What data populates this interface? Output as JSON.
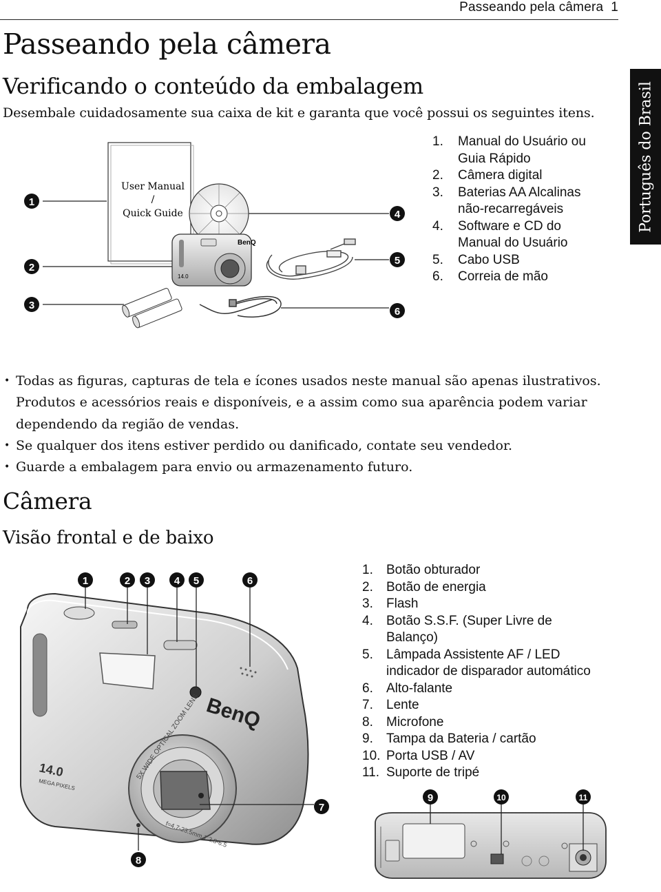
{
  "header": {
    "running_title": "Passeando pela câmera",
    "page_number": "1"
  },
  "title": "Passeando pela câmera",
  "package_section": {
    "heading": "Verificando o conteúdo da embalagem",
    "intro": "Desembale cuidadosamente sua caixa de kit e garanta que você possui os seguintes itens.",
    "manual_cover": {
      "line1": "User Manual",
      "line2": "/",
      "line3": "Quick Guide"
    },
    "camera_brand": "BenQ",
    "camera_mp": "14.0",
    "callouts": [
      "1",
      "2",
      "3",
      "4",
      "5",
      "6"
    ],
    "items": [
      {
        "n": "1.",
        "text": [
          "Manual do Usuário ou",
          "Guia Rápido"
        ]
      },
      {
        "n": "2.",
        "text": [
          "Câmera digital"
        ]
      },
      {
        "n": "3.",
        "text": [
          "Baterias AA Alcalinas",
          "não-recarregáveis"
        ]
      },
      {
        "n": "4.",
        "text": [
          "Software e CD do",
          "Manual do Usuário"
        ]
      },
      {
        "n": "5.",
        "text": [
          "Cabo USB"
        ]
      },
      {
        "n": "6.",
        "text": [
          "Correia de mão"
        ]
      }
    ]
  },
  "language_tab": "Português do Brasil",
  "notes": [
    [
      "Todas as figuras, capturas de tela e ícones usados neste manual são apenas ilustrativos.",
      "Produtos e acessórios reais e disponíveis, e a assim como sua aparência podem variar",
      "dependendo da região de vendas."
    ],
    [
      "Se qualquer dos itens estiver perdido ou danificado, contate seu vendedor."
    ],
    [
      "Guarde a embalagem para envio ou armazenamento futuro."
    ]
  ],
  "camera_section": {
    "heading": "Câmera",
    "subheading": "Visão frontal e de baixo",
    "brand": "BenQ",
    "mp_value": "14.0",
    "mp_label": "MEGA PIXELS",
    "lens_ring": "5X WIDE OPTICAL ZOOM LENS",
    "lens_spec": "f=4.7-23.5mm 1:2.8-6.5",
    "callouts": [
      "1",
      "2",
      "3",
      "4",
      "5",
      "6",
      "7",
      "8",
      "9",
      "10",
      "11"
    ],
    "items": [
      {
        "n": "1.",
        "text": [
          "Botão obturador"
        ]
      },
      {
        "n": "2.",
        "text": [
          "Botão de energia"
        ]
      },
      {
        "n": "3.",
        "text": [
          "Flash"
        ]
      },
      {
        "n": "4.",
        "text": [
          "Botão S.S.F. (Super Livre de",
          "Balanço)"
        ]
      },
      {
        "n": "5.",
        "text": [
          "Lâmpada Assistente AF / LED",
          "indicador de disparador automático"
        ]
      },
      {
        "n": "6.",
        "text": [
          "Alto-falante"
        ]
      },
      {
        "n": "7.",
        "text": [
          "Lente"
        ]
      },
      {
        "n": "8.",
        "text": [
          "Microfone"
        ]
      },
      {
        "n": "9.",
        "text": [
          "Tampa da Bateria / cartão"
        ]
      },
      {
        "n": "10.",
        "text": [
          "Porta USB / AV"
        ]
      },
      {
        "n": "11.",
        "text": [
          "Suporte de tripé"
        ]
      }
    ]
  }
}
